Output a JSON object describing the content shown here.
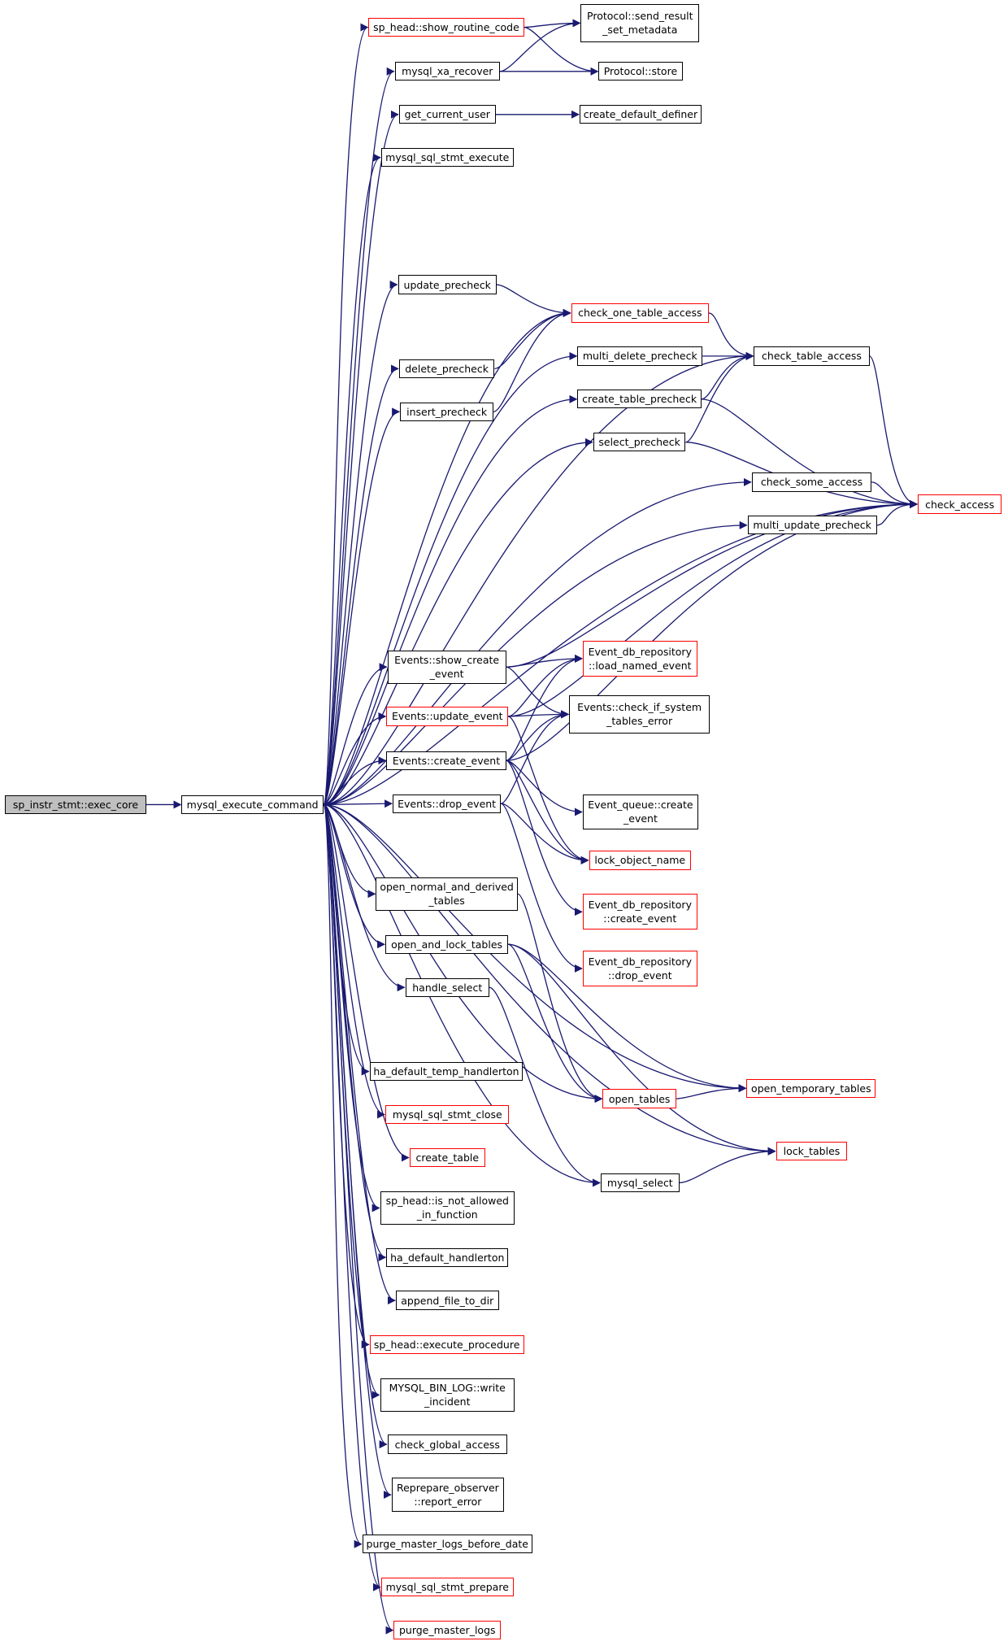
{
  "colors": {
    "edge": "#191970",
    "node_border": "#000000",
    "node_border_incomplete": "#ff0000",
    "root_fill": "#bfbfbf",
    "background": "#ffffff"
  },
  "nodes": [
    {
      "id": "n_exec_core",
      "label": "sp_instr_stmt::exec_core",
      "style": "root"
    },
    {
      "id": "n_mysql_execute_command",
      "label": "mysql_execute_command",
      "style": "normal"
    },
    {
      "id": "n_sp_head_show_routine_code",
      "label": "sp_head::show_routine_code",
      "style": "red"
    },
    {
      "id": "n_mysql_xa_recover",
      "label": "mysql_xa_recover",
      "style": "normal"
    },
    {
      "id": "n_get_current_user",
      "label": "get_current_user",
      "style": "normal"
    },
    {
      "id": "n_mysql_sql_stmt_execute",
      "label": "mysql_sql_stmt_execute",
      "style": "normal"
    },
    {
      "id": "n_update_precheck",
      "label": "update_precheck",
      "style": "normal"
    },
    {
      "id": "n_delete_precheck",
      "label": "delete_precheck",
      "style": "normal"
    },
    {
      "id": "n_insert_precheck",
      "label": "insert_precheck",
      "style": "normal"
    },
    {
      "id": "n_events_show_create_event",
      "label": "Events::show_create\n_event",
      "style": "normal"
    },
    {
      "id": "n_events_update_event",
      "label": "Events::update_event",
      "style": "red"
    },
    {
      "id": "n_events_create_event",
      "label": "Events::create_event",
      "style": "normal"
    },
    {
      "id": "n_events_drop_event",
      "label": "Events::drop_event",
      "style": "normal"
    },
    {
      "id": "n_open_normal_and_derived_tables",
      "label": "open_normal_and_derived\n_tables",
      "style": "normal"
    },
    {
      "id": "n_open_and_lock_tables",
      "label": "open_and_lock_tables",
      "style": "normal"
    },
    {
      "id": "n_handle_select",
      "label": "handle_select",
      "style": "normal"
    },
    {
      "id": "n_ha_default_temp_handlerton",
      "label": "ha_default_temp_handlerton",
      "style": "normal"
    },
    {
      "id": "n_mysql_sql_stmt_close",
      "label": "mysql_sql_stmt_close",
      "style": "red"
    },
    {
      "id": "n_create_table",
      "label": "create_table",
      "style": "red"
    },
    {
      "id": "n_sp_head_is_not_allowed_in_function",
      "label": "sp_head::is_not_allowed\n_in_function",
      "style": "normal"
    },
    {
      "id": "n_ha_default_handlerton",
      "label": "ha_default_handlerton",
      "style": "normal"
    },
    {
      "id": "n_append_file_to_dir",
      "label": "append_file_to_dir",
      "style": "normal"
    },
    {
      "id": "n_sp_head_execute_procedure",
      "label": "sp_head::execute_procedure",
      "style": "red"
    },
    {
      "id": "n_mysql_bin_log_write_incident",
      "label": "MYSQL_BIN_LOG::write\n_incident",
      "style": "normal"
    },
    {
      "id": "n_check_global_access",
      "label": "check_global_access",
      "style": "normal"
    },
    {
      "id": "n_reprepare_observer_report_error",
      "label": "Reprepare_observer\n::report_error",
      "style": "normal"
    },
    {
      "id": "n_purge_master_logs_before_date",
      "label": "purge_master_logs_before_date",
      "style": "normal"
    },
    {
      "id": "n_mysql_sql_stmt_prepare",
      "label": "mysql_sql_stmt_prepare",
      "style": "red"
    },
    {
      "id": "n_purge_master_logs",
      "label": "purge_master_logs",
      "style": "red"
    },
    {
      "id": "n_protocol_send_result_set_metadata",
      "label": "Protocol::send_result\n_set_metadata",
      "style": "normal"
    },
    {
      "id": "n_protocol_store",
      "label": "Protocol::store",
      "style": "normal"
    },
    {
      "id": "n_create_default_definer",
      "label": "create_default_definer",
      "style": "normal"
    },
    {
      "id": "n_check_one_table_access",
      "label": "check_one_table_access",
      "style": "red"
    },
    {
      "id": "n_multi_delete_precheck",
      "label": "multi_delete_precheck",
      "style": "normal"
    },
    {
      "id": "n_create_table_precheck",
      "label": "create_table_precheck",
      "style": "normal"
    },
    {
      "id": "n_select_precheck",
      "label": "select_precheck",
      "style": "normal"
    },
    {
      "id": "n_event_db_repository_load_named_event",
      "label": "Event_db_repository\n::load_named_event",
      "style": "red"
    },
    {
      "id": "n_events_check_if_system_tables_error",
      "label": "Events::check_if_system\n_tables_error",
      "style": "normal"
    },
    {
      "id": "n_event_queue_create_event",
      "label": "Event_queue::create\n_event",
      "style": "normal"
    },
    {
      "id": "n_lock_object_name",
      "label": "lock_object_name",
      "style": "red"
    },
    {
      "id": "n_event_db_repository_create_event",
      "label": "Event_db_repository\n::create_event",
      "style": "red"
    },
    {
      "id": "n_event_db_repository_drop_event",
      "label": "Event_db_repository\n::drop_event",
      "style": "red"
    },
    {
      "id": "n_open_tables",
      "label": "open_tables",
      "style": "red"
    },
    {
      "id": "n_mysql_select",
      "label": "mysql_select",
      "style": "normal"
    },
    {
      "id": "n_check_table_access",
      "label": "check_table_access",
      "style": "normal"
    },
    {
      "id": "n_check_some_access",
      "label": "check_some_access",
      "style": "normal"
    },
    {
      "id": "n_multi_update_precheck",
      "label": "multi_update_precheck",
      "style": "normal"
    },
    {
      "id": "n_open_temporary_tables",
      "label": "open_temporary_tables",
      "style": "red"
    },
    {
      "id": "n_lock_tables",
      "label": "lock_tables",
      "style": "red"
    },
    {
      "id": "n_check_access",
      "label": "check_access",
      "style": "red"
    }
  ],
  "edges": [
    {
      "from": "n_exec_core",
      "to": "n_mysql_execute_command"
    },
    {
      "from": "n_mysql_execute_command",
      "to": "n_sp_head_show_routine_code"
    },
    {
      "from": "n_mysql_execute_command",
      "to": "n_mysql_xa_recover"
    },
    {
      "from": "n_mysql_execute_command",
      "to": "n_get_current_user"
    },
    {
      "from": "n_mysql_execute_command",
      "to": "n_mysql_sql_stmt_execute"
    },
    {
      "from": "n_mysql_execute_command",
      "to": "n_check_access"
    },
    {
      "from": "n_mysql_execute_command",
      "to": "n_check_table_access"
    },
    {
      "from": "n_mysql_execute_command",
      "to": "n_update_precheck"
    },
    {
      "from": "n_mysql_execute_command",
      "to": "n_check_one_table_access"
    },
    {
      "from": "n_mysql_execute_command",
      "to": "n_delete_precheck"
    },
    {
      "from": "n_mysql_execute_command",
      "to": "n_insert_precheck"
    },
    {
      "from": "n_mysql_execute_command",
      "to": "n_multi_delete_precheck"
    },
    {
      "from": "n_mysql_execute_command",
      "to": "n_create_table_precheck"
    },
    {
      "from": "n_mysql_execute_command",
      "to": "n_select_precheck"
    },
    {
      "from": "n_mysql_execute_command",
      "to": "n_check_some_access"
    },
    {
      "from": "n_mysql_execute_command",
      "to": "n_multi_update_precheck"
    },
    {
      "from": "n_mysql_execute_command",
      "to": "n_events_show_create_event"
    },
    {
      "from": "n_mysql_execute_command",
      "to": "n_events_update_event"
    },
    {
      "from": "n_mysql_execute_command",
      "to": "n_events_create_event"
    },
    {
      "from": "n_mysql_execute_command",
      "to": "n_events_drop_event"
    },
    {
      "from": "n_mysql_execute_command",
      "to": "n_open_normal_and_derived_tables"
    },
    {
      "from": "n_mysql_execute_command",
      "to": "n_open_and_lock_tables"
    },
    {
      "from": "n_mysql_execute_command",
      "to": "n_handle_select"
    },
    {
      "from": "n_mysql_execute_command",
      "to": "n_ha_default_temp_handlerton"
    },
    {
      "from": "n_mysql_execute_command",
      "to": "n_mysql_sql_stmt_close"
    },
    {
      "from": "n_mysql_execute_command",
      "to": "n_create_table"
    },
    {
      "from": "n_mysql_execute_command",
      "to": "n_sp_head_is_not_allowed_in_function"
    },
    {
      "from": "n_mysql_execute_command",
      "to": "n_ha_default_handlerton"
    },
    {
      "from": "n_mysql_execute_command",
      "to": "n_append_file_to_dir"
    },
    {
      "from": "n_mysql_execute_command",
      "to": "n_sp_head_execute_procedure"
    },
    {
      "from": "n_mysql_execute_command",
      "to": "n_mysql_bin_log_write_incident"
    },
    {
      "from": "n_mysql_execute_command",
      "to": "n_check_global_access"
    },
    {
      "from": "n_mysql_execute_command",
      "to": "n_reprepare_observer_report_error"
    },
    {
      "from": "n_mysql_execute_command",
      "to": "n_purge_master_logs_before_date"
    },
    {
      "from": "n_mysql_execute_command",
      "to": "n_mysql_sql_stmt_prepare"
    },
    {
      "from": "n_mysql_execute_command",
      "to": "n_purge_master_logs"
    },
    {
      "from": "n_mysql_execute_command",
      "to": "n_open_tables"
    },
    {
      "from": "n_mysql_execute_command",
      "to": "n_lock_tables"
    },
    {
      "from": "n_mysql_execute_command",
      "to": "n_mysql_select"
    },
    {
      "from": "n_mysql_execute_command",
      "to": "n_open_temporary_tables"
    },
    {
      "from": "n_sp_head_show_routine_code",
      "to": "n_protocol_send_result_set_metadata"
    },
    {
      "from": "n_sp_head_show_routine_code",
      "to": "n_protocol_store"
    },
    {
      "from": "n_mysql_xa_recover",
      "to": "n_protocol_send_result_set_metadata"
    },
    {
      "from": "n_mysql_xa_recover",
      "to": "n_protocol_store"
    },
    {
      "from": "n_get_current_user",
      "to": "n_create_default_definer"
    },
    {
      "from": "n_update_precheck",
      "to": "n_check_one_table_access"
    },
    {
      "from": "n_delete_precheck",
      "to": "n_check_one_table_access"
    },
    {
      "from": "n_insert_precheck",
      "to": "n_check_one_table_access"
    },
    {
      "from": "n_check_one_table_access",
      "to": "n_check_table_access"
    },
    {
      "from": "n_multi_delete_precheck",
      "to": "n_check_table_access"
    },
    {
      "from": "n_create_table_precheck",
      "to": "n_check_table_access"
    },
    {
      "from": "n_create_table_precheck",
      "to": "n_check_access"
    },
    {
      "from": "n_select_precheck",
      "to": "n_check_table_access"
    },
    {
      "from": "n_select_precheck",
      "to": "n_check_access"
    },
    {
      "from": "n_check_table_access",
      "to": "n_check_access"
    },
    {
      "from": "n_check_some_access",
      "to": "n_check_access"
    },
    {
      "from": "n_multi_update_precheck",
      "to": "n_check_access"
    },
    {
      "from": "n_events_show_create_event",
      "to": "n_check_access"
    },
    {
      "from": "n_events_show_create_event",
      "to": "n_event_db_repository_load_named_event"
    },
    {
      "from": "n_events_show_create_event",
      "to": "n_events_check_if_system_tables_error"
    },
    {
      "from": "n_events_update_event",
      "to": "n_check_access"
    },
    {
      "from": "n_events_update_event",
      "to": "n_event_db_repository_load_named_event"
    },
    {
      "from": "n_events_update_event",
      "to": "n_events_check_if_system_tables_error"
    },
    {
      "from": "n_events_update_event",
      "to": "n_lock_object_name"
    },
    {
      "from": "n_events_create_event",
      "to": "n_check_access"
    },
    {
      "from": "n_events_create_event",
      "to": "n_event_db_repository_load_named_event"
    },
    {
      "from": "n_events_create_event",
      "to": "n_events_check_if_system_tables_error"
    },
    {
      "from": "n_events_create_event",
      "to": "n_event_queue_create_event"
    },
    {
      "from": "n_events_create_event",
      "to": "n_lock_object_name"
    },
    {
      "from": "n_events_create_event",
      "to": "n_event_db_repository_create_event"
    },
    {
      "from": "n_events_drop_event",
      "to": "n_events_check_if_system_tables_error"
    },
    {
      "from": "n_events_drop_event",
      "to": "n_lock_object_name"
    },
    {
      "from": "n_events_drop_event",
      "to": "n_event_db_repository_drop_event"
    },
    {
      "from": "n_open_normal_and_derived_tables",
      "to": "n_open_tables"
    },
    {
      "from": "n_open_and_lock_tables",
      "to": "n_open_tables"
    },
    {
      "from": "n_open_and_lock_tables",
      "to": "n_open_temporary_tables"
    },
    {
      "from": "n_open_and_lock_tables",
      "to": "n_lock_tables"
    },
    {
      "from": "n_handle_select",
      "to": "n_mysql_select"
    },
    {
      "from": "n_open_tables",
      "to": "n_open_temporary_tables"
    },
    {
      "from": "n_mysql_select",
      "to": "n_lock_tables"
    }
  ]
}
